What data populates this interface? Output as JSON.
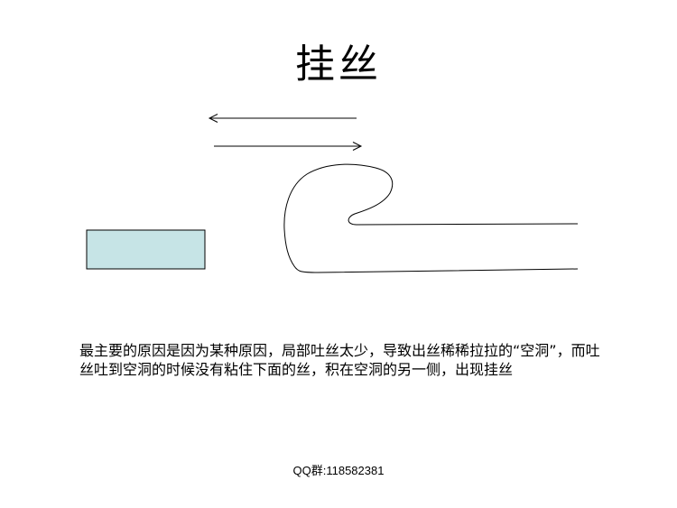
{
  "slide": {
    "title": "挂丝",
    "description": "最主要的原因是因为某种原因，局部吐丝太少，导致出丝稀稀拉拉的“空洞”，而吐丝吐到空洞的时候没有粘住下面的丝，积在空洞的另一侧，出现挂丝",
    "footer": "QQ群:118582381"
  },
  "colors": {
    "block_fill": "#c6e4e6",
    "stroke": "#000000",
    "background": "#ffffff"
  }
}
